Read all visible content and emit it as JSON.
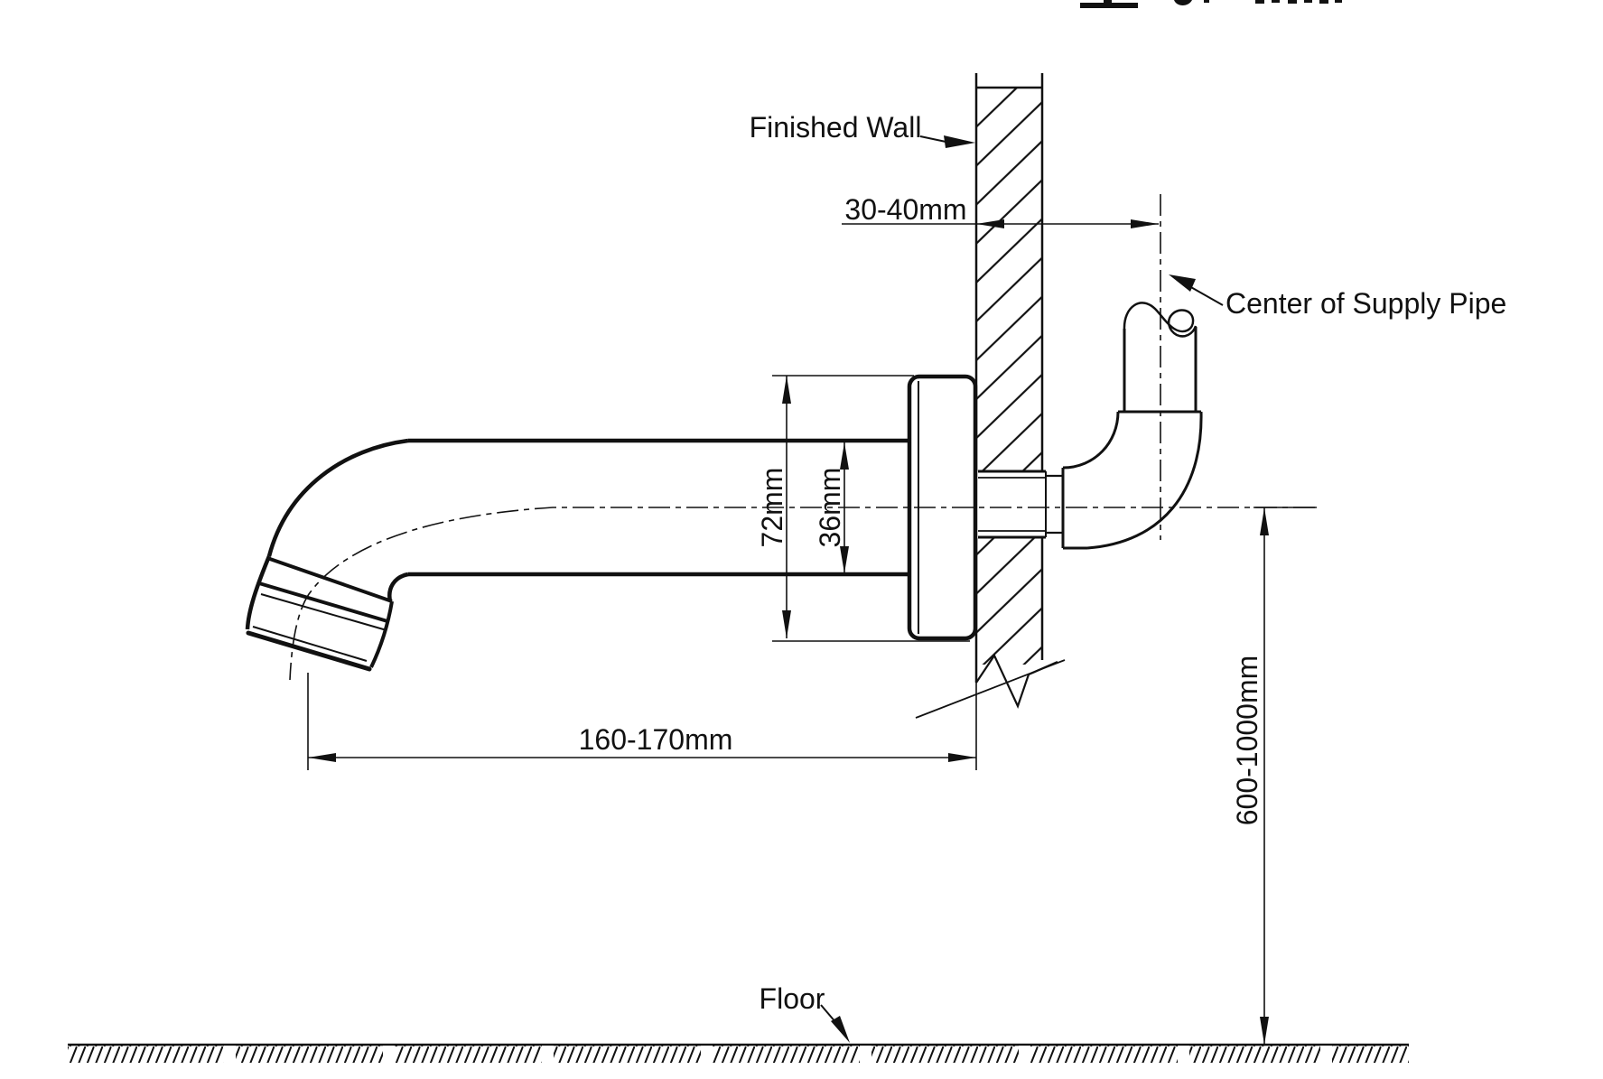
{
  "colors": {
    "ink": "#111111",
    "bg": "#ffffff"
  },
  "labels": {
    "finished_wall": "Finished Wall",
    "center_of_supply_pipe": "Center of Supply Pipe",
    "floor": "Floor"
  },
  "dimensions": {
    "wall_to_pipe_center": "30-40mm",
    "flange_diameter": "72mm",
    "spout_diameter": "36mm",
    "spout_reach": "160-170mm",
    "height_above_floor": "600-1000mm"
  }
}
